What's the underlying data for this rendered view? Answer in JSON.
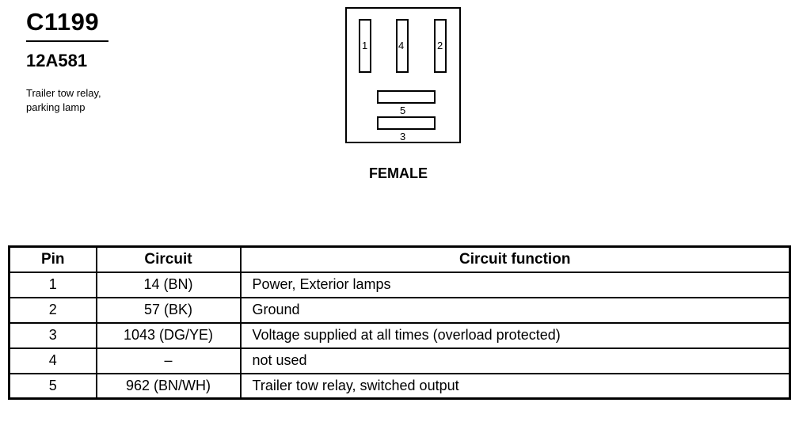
{
  "connector": {
    "id": "C1199",
    "part_number": "12A581",
    "description_lines": [
      "Trailer tow relay,",
      "parking lamp"
    ],
    "gender": "FEMALE",
    "pin_labels": [
      "1",
      "4",
      "2",
      "5",
      "3"
    ]
  },
  "table": {
    "headers": [
      "Pin",
      "Circuit",
      "Circuit function"
    ],
    "rows": [
      {
        "pin": "1",
        "circuit": "14 (BN)",
        "function": "Power, Exterior lamps"
      },
      {
        "pin": "2",
        "circuit": "57 (BK)",
        "function": "Ground"
      },
      {
        "pin": "3",
        "circuit": "1043 (DG/YE)",
        "function": "Voltage supplied at all times (overload protected)"
      },
      {
        "pin": "4",
        "circuit": "–",
        "function": "not used"
      },
      {
        "pin": "5",
        "circuit": "962 (BN/WH)",
        "function": "Trailer tow relay, switched output"
      }
    ]
  }
}
